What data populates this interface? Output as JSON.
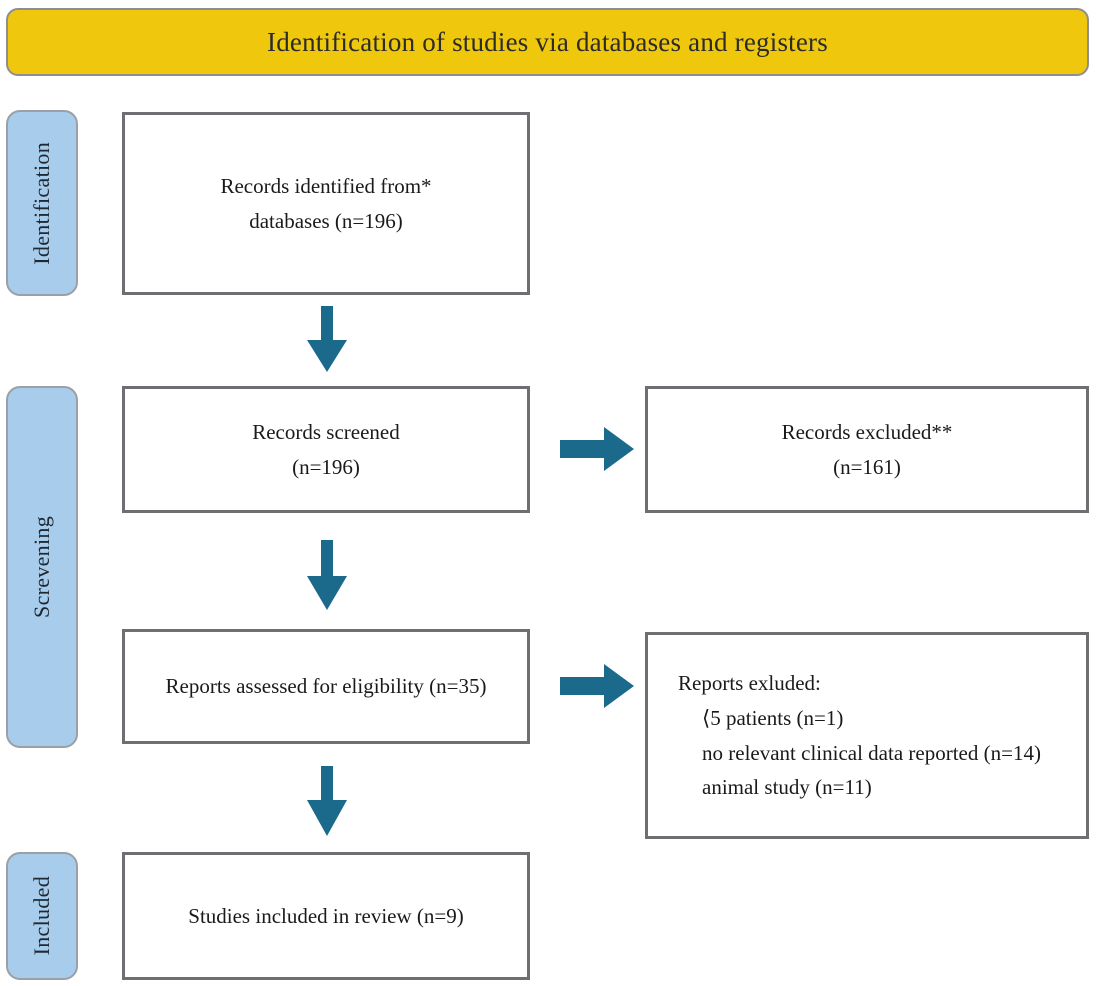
{
  "banner": {
    "title": "Identification of studies via databases and registers"
  },
  "colors": {
    "banner_fill": "#efc80d",
    "phase_fill": "#a8ccec",
    "arrow": "#1b6a8c",
    "box_border": "#6e6e73",
    "background": "#ffffff"
  },
  "phases": [
    {
      "label": "Identification"
    },
    {
      "label": "Screvening"
    },
    {
      "label": "Included"
    }
  ],
  "boxes": {
    "identified": {
      "lines": [
        "Records identified from*",
        "databases (n=196)"
      ]
    },
    "screened": {
      "lines": [
        "Records screened",
        "(n=196)"
      ]
    },
    "records_excluded": {
      "lines": [
        "Records excluded**",
        "(n=161)"
      ]
    },
    "eligibility": {
      "lines": [
        "Reports assessed for eligibility (n=35)"
      ]
    },
    "reports_excluded": {
      "heading": "Reports exluded:",
      "items": [
        "⟨5 patients (n=1)",
        "no relevant clinical data reported (n=14)",
        "animal study (n=11)"
      ]
    },
    "included": {
      "lines": [
        "Studies included in review (n=9)"
      ]
    }
  },
  "arrows": [
    {
      "name": "identified-to-screened",
      "direction": "down"
    },
    {
      "name": "screened-to-records-excluded",
      "direction": "right"
    },
    {
      "name": "screened-to-eligibility",
      "direction": "down"
    },
    {
      "name": "eligibility-to-reports-excluded",
      "direction": "right"
    },
    {
      "name": "eligibility-to-included",
      "direction": "down"
    }
  ]
}
